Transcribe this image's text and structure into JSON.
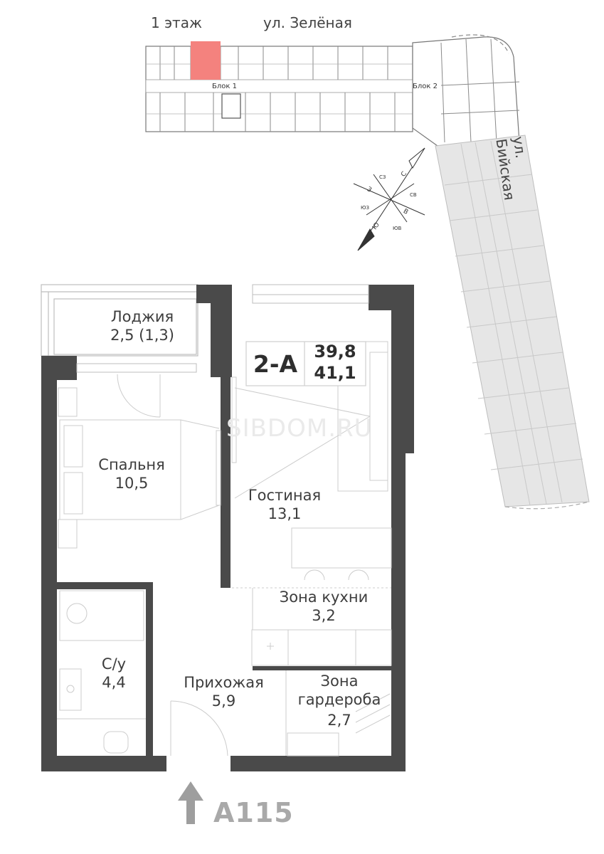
{
  "site": {
    "floor_label": "1 этаж",
    "street_top": "ул. Зелёная",
    "street_side": "ул. Бийская",
    "block1": "Блок 1",
    "block2": "Блок 2",
    "highlight_color": "#f4827e"
  },
  "compass": {
    "north": "С",
    "south": "Ю",
    "east": "В",
    "west": "З",
    "ne": "СВ",
    "nw": "СЗ",
    "se": "ЮВ",
    "sw": "ЮЗ"
  },
  "apartment": {
    "type_code": "2-А",
    "area_living": "39,8",
    "area_total": "41,1",
    "number": "А115",
    "watermark": "SIBDOM.RU"
  },
  "rooms": {
    "loggia": {
      "name": "Лоджия",
      "area": "2,5 (1,3)"
    },
    "bedroom": {
      "name": "Спальня",
      "area": "10,5"
    },
    "living": {
      "name": "Гостиная",
      "area": "13,1"
    },
    "kitchen": {
      "name": "Зона кухни",
      "area": "3,2"
    },
    "bathroom": {
      "name": "С/у",
      "area": "4,4"
    },
    "hallway": {
      "name": "Прихожая",
      "area": "5,9"
    },
    "wardrobe": {
      "name": "Зона гардероба",
      "name_line1": "Зона",
      "name_line2": "гардероба",
      "area": "2,7"
    }
  },
  "colors": {
    "wall": "#4a4a4a",
    "line": "#bdbdbd",
    "site_fill": "#e6e6e6",
    "arrow": "#9e9e9e"
  }
}
